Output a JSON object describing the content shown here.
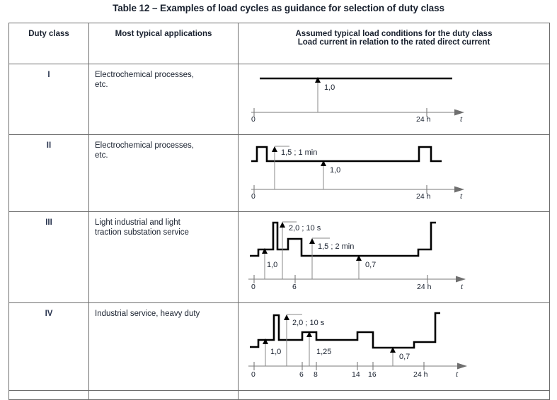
{
  "title": "Table 12 – Examples of load cycles as guidance for selection of duty class",
  "table": {
    "headers": {
      "duty_class": "Duty class",
      "applications": "Most typical applications",
      "conditions_line1": "Assumed typical load conditions for the duty class",
      "conditions_line2": "Load current in relation to the rated direct current"
    },
    "rows": [
      {
        "duty_class": "I",
        "applications": "Electrochemical processes,\netc.",
        "axis_ticks": [
          "0",
          "24 h"
        ],
        "axis_symbol": "t",
        "annotations": [
          "1,0"
        ]
      },
      {
        "duty_class": "II",
        "applications": "Electrochemical processes,\netc.",
        "axis_ticks": [
          "0",
          "24 h"
        ],
        "axis_symbol": "t",
        "annotations": [
          "1,5 ;  1 min",
          "1,0"
        ]
      },
      {
        "duty_class": "III",
        "applications": "Light industrial and light\ntraction substation service",
        "axis_ticks": [
          "0",
          "6",
          "24 h"
        ],
        "axis_symbol": "t",
        "annotations": [
          "2,0 ;  10 s",
          "1,5 ;  2 min",
          "1,0",
          "0,7"
        ]
      },
      {
        "duty_class": "IV",
        "applications": "Industrial service, heavy duty",
        "axis_ticks": [
          "0",
          "6",
          "8",
          "14",
          "16",
          "24 h"
        ],
        "axis_symbol": "t",
        "annotations": [
          "2,0 ;  10 s",
          "1,25",
          "1,0",
          "0,7"
        ]
      }
    ]
  },
  "chart_data": [
    {
      "type": "line",
      "title": "Duty class I load cycle",
      "xlabel": "t",
      "ylabel": "Load current relative to rated direct current",
      "x_ticks": [
        0,
        24
      ],
      "x_tick_labels": [
        "0",
        "24 h"
      ],
      "xlim": [
        0,
        28
      ],
      "ylim": [
        0,
        2.2
      ],
      "grid": false,
      "legend": "none",
      "steps": [
        {
          "t_start": 0,
          "t_end": 24,
          "value": 1.0
        }
      ],
      "labels": [
        {
          "text": "1,0",
          "value": 1.0
        }
      ]
    },
    {
      "type": "line",
      "title": "Duty class II load cycle",
      "xlabel": "t",
      "ylabel": "Load current relative to rated direct current",
      "x_ticks": [
        0,
        24
      ],
      "x_tick_labels": [
        "0",
        "24 h"
      ],
      "xlim": [
        0,
        28
      ],
      "ylim": [
        0,
        2.2
      ],
      "grid": false,
      "legend": "none",
      "steps": [
        {
          "t_start": 0,
          "t_end": 0.6,
          "value": 1.0
        },
        {
          "t_start": 0.6,
          "t_end": 1.4,
          "value": 1.5
        },
        {
          "t_start": 1.4,
          "t_end": 22.2,
          "value": 1.0
        },
        {
          "t_start": 22.2,
          "t_end": 23.2,
          "value": 1.5
        },
        {
          "t_start": 23.2,
          "t_end": 24.2,
          "value": 1.0
        }
      ],
      "labels": [
        {
          "text": "1,5 ;  1 min",
          "value": 1.5
        },
        {
          "text": "1,0",
          "value": 1.0
        }
      ]
    },
    {
      "type": "line",
      "title": "Duty class III load cycle",
      "xlabel": "t",
      "ylabel": "Load current relative to rated direct current",
      "x_ticks": [
        0,
        6,
        24
      ],
      "x_tick_labels": [
        "0",
        "6",
        "24 h"
      ],
      "xlim": [
        0,
        28
      ],
      "ylim": [
        0,
        2.4
      ],
      "grid": false,
      "legend": "none",
      "steps": [
        {
          "t_start": 0,
          "t_end": 0.8,
          "value": 0.85
        },
        {
          "t_start": 0.8,
          "t_end": 2.4,
          "value": 1.0
        },
        {
          "t_start": 2.4,
          "t_end": 2.8,
          "value": 2.0
        },
        {
          "t_start": 2.8,
          "t_end": 4.6,
          "value": 1.0
        },
        {
          "t_start": 4.6,
          "t_end": 6.0,
          "value": 1.5
        },
        {
          "t_start": 6.0,
          "t_end": 21.0,
          "value": 0.7
        },
        {
          "t_start": 21.0,
          "t_end": 22.6,
          "value": 0.85
        },
        {
          "t_start": 22.6,
          "t_end": 23.2,
          "value": 2.0
        }
      ],
      "labels": [
        {
          "text": "2,0 ;  10 s",
          "value": 2.0
        },
        {
          "text": "1,5 ;  2 min",
          "value": 1.5
        },
        {
          "text": "1,0",
          "value": 1.0
        },
        {
          "text": "0,7",
          "value": 0.7
        }
      ]
    },
    {
      "type": "line",
      "title": "Duty class IV load cycle",
      "xlabel": "t",
      "ylabel": "Load current relative to rated direct current",
      "x_ticks": [
        0,
        6,
        8,
        14,
        16,
        24
      ],
      "x_tick_labels": [
        "0",
        "6",
        "8",
        "14",
        "16",
        "24 h"
      ],
      "xlim": [
        0,
        28
      ],
      "ylim": [
        0,
        2.4
      ],
      "grid": false,
      "legend": false,
      "steps": [
        {
          "t_start": 0,
          "t_end": 0.9,
          "value": 0.85
        },
        {
          "t_start": 0.9,
          "t_end": 2.3,
          "value": 1.0
        },
        {
          "t_start": 2.3,
          "t_end": 2.7,
          "value": 2.0
        },
        {
          "t_start": 2.7,
          "t_end": 6.2,
          "value": 1.0
        },
        {
          "t_start": 6.2,
          "t_end": 8.0,
          "value": 1.25
        },
        {
          "t_start": 8.0,
          "t_end": 14.0,
          "value": 1.0
        },
        {
          "t_start": 14.0,
          "t_end": 16.0,
          "value": 1.25
        },
        {
          "t_start": 16.0,
          "t_end": 21.5,
          "value": 0.7
        },
        {
          "t_start": 21.5,
          "t_end": 23.0,
          "value": 0.9
        },
        {
          "t_start": 23.0,
          "t_end": 23.6,
          "value": 2.0
        }
      ],
      "labels": [
        {
          "text": "2,0 ;  10 s",
          "value": 2.0
        },
        {
          "text": "1,25",
          "value": 1.25
        },
        {
          "text": "1,0",
          "value": 1.0
        },
        {
          "text": "0,7",
          "value": 0.7
        }
      ]
    }
  ]
}
